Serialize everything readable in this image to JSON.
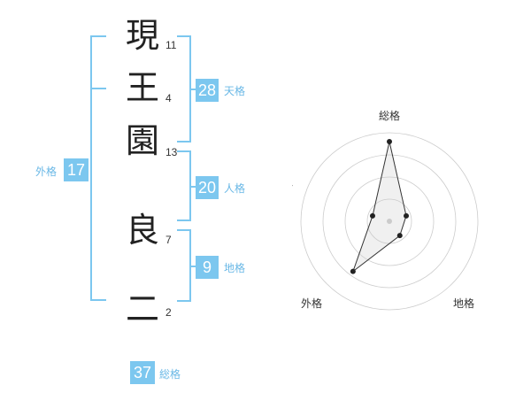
{
  "name_chars": [
    {
      "char": "現",
      "strokes": "11"
    },
    {
      "char": "王",
      "strokes": "4"
    },
    {
      "char": "園",
      "strokes": "13"
    },
    {
      "char": "良",
      "strokes": "7"
    },
    {
      "char": "二",
      "strokes": "2"
    }
  ],
  "kakusu": {
    "tenkaku": {
      "value": "28",
      "label": "天格"
    },
    "jinkaku": {
      "value": "20",
      "label": "人格"
    },
    "chikaku": {
      "value": "9",
      "label": "地格"
    },
    "gaikaku": {
      "value": "17",
      "label": "外格"
    },
    "soukaku": {
      "value": "37",
      "label": "総格"
    }
  },
  "colors": {
    "accent": "#7cc7ef",
    "label": "#6ab8e6",
    "text": "#222222"
  },
  "chart_data": {
    "type": "radar",
    "axes": [
      "総格",
      "天格",
      "地格",
      "外格",
      "人格"
    ],
    "values": [
      37,
      28,
      9,
      17,
      20
    ],
    "rings": 4,
    "series": [
      {
        "values": [
          0.9,
          0.2,
          0.2,
          0.7,
          0.2
        ]
      }
    ]
  }
}
